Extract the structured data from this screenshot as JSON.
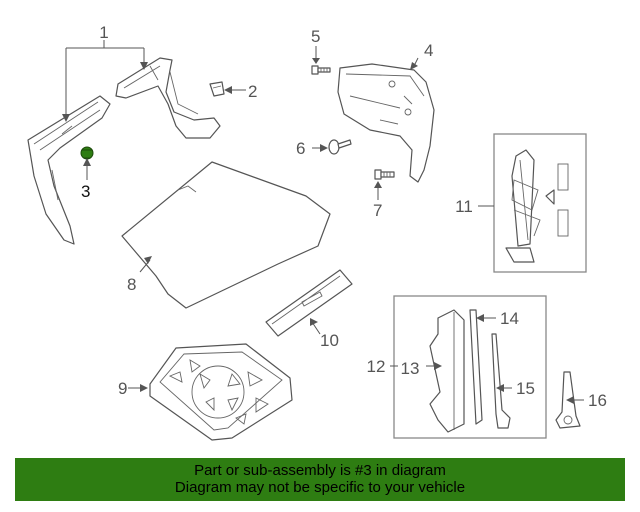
{
  "colors": {
    "highlight": "#2e7d12",
    "line": "#555555",
    "banner_bg": "#2e7d12"
  },
  "callouts": {
    "c1": "1",
    "c2": "2",
    "c3": "3",
    "c4": "4",
    "c5": "5",
    "c6": "6",
    "c7": "7",
    "c8": "8",
    "c9": "9",
    "c10": "10",
    "c11": "11",
    "c12": "12",
    "c13": "13",
    "c14": "14",
    "c15": "15",
    "c16": "16"
  },
  "highlighted_part": "3",
  "banner": {
    "line1": "Part or sub-assembly is #3 in diagram",
    "line2": "Diagram may not be specific to your vehicle"
  }
}
